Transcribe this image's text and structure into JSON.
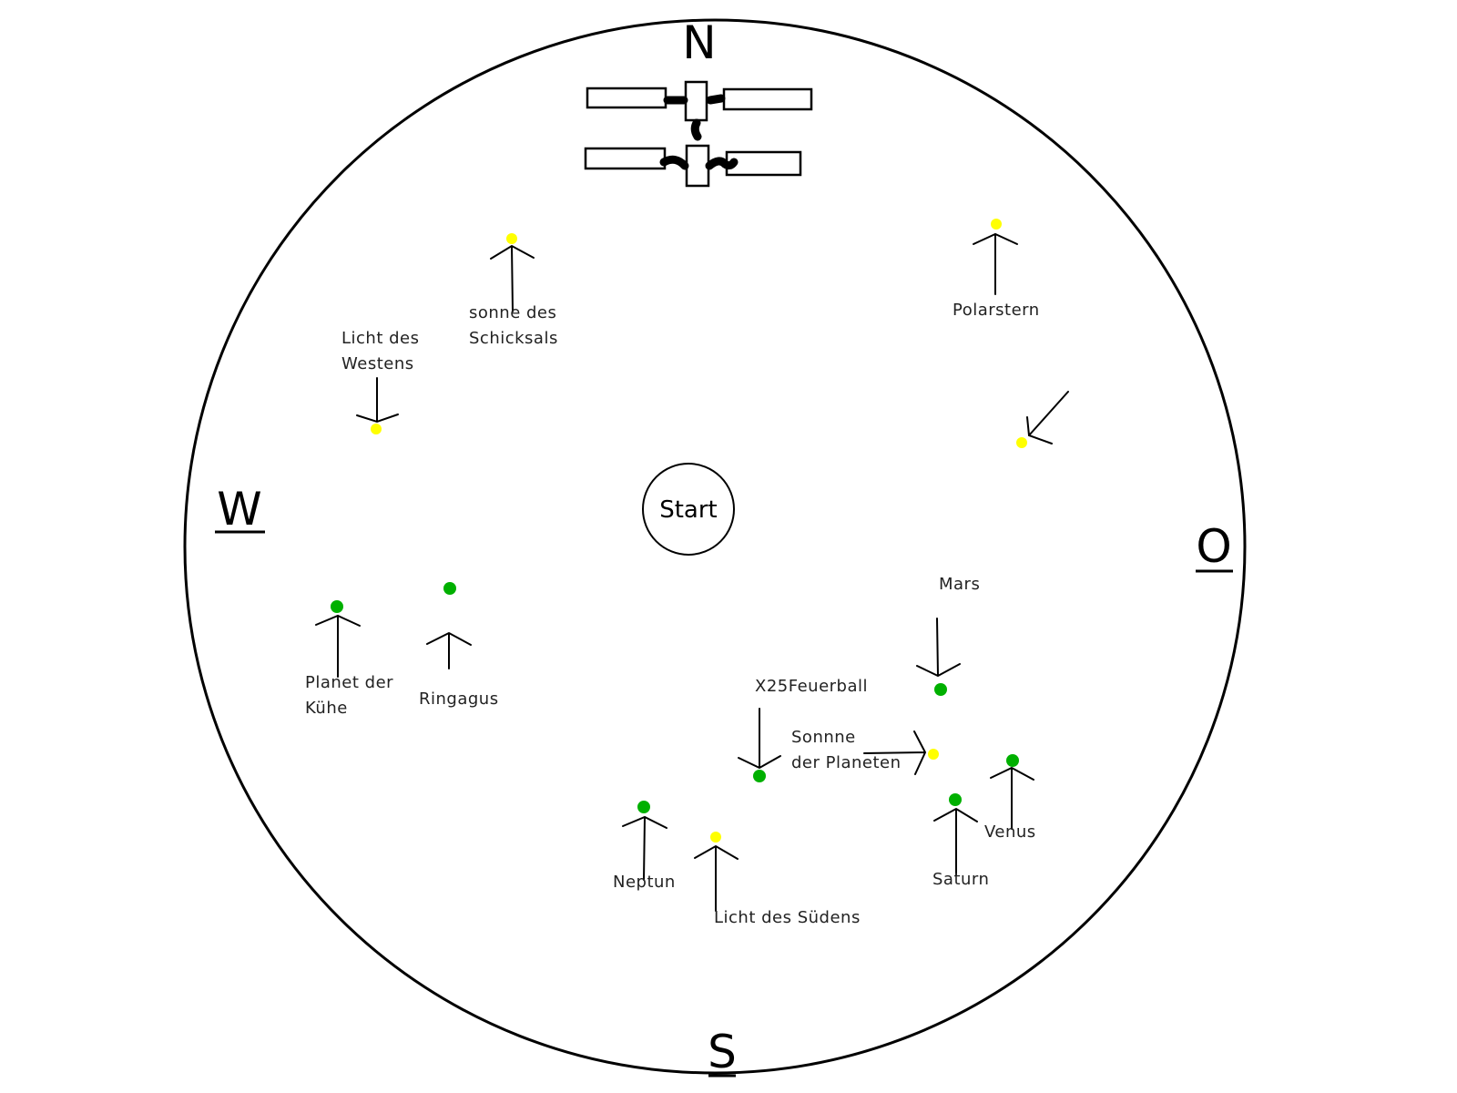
{
  "directions": {
    "north": "N",
    "south": "S",
    "west": "W",
    "east": "O"
  },
  "start": {
    "label": "Start"
  },
  "colors": {
    "star": "#ffff00",
    "planet": "#00b000",
    "outline": "#000000"
  },
  "icons": {
    "station": "space-station-icon"
  },
  "labels": {
    "sonne_des_schicksals": [
      "sonne des",
      "Schicksals"
    ],
    "polarstern": "Polarstern",
    "licht_des_westens": [
      "Licht des",
      "Westens"
    ],
    "mars": "Mars",
    "planet_der_kuehe": [
      "Planet der",
      "Kühe"
    ],
    "ringagus": "Ringagus",
    "x25feuerball": "X25Feuerball",
    "sonnne_der_planeten": [
      "Sonnne",
      "der Planeten"
    ],
    "venus": "Venus",
    "saturn": "Saturn",
    "neptun": "Neptun",
    "licht_des_suedens": "Licht des Südens"
  }
}
